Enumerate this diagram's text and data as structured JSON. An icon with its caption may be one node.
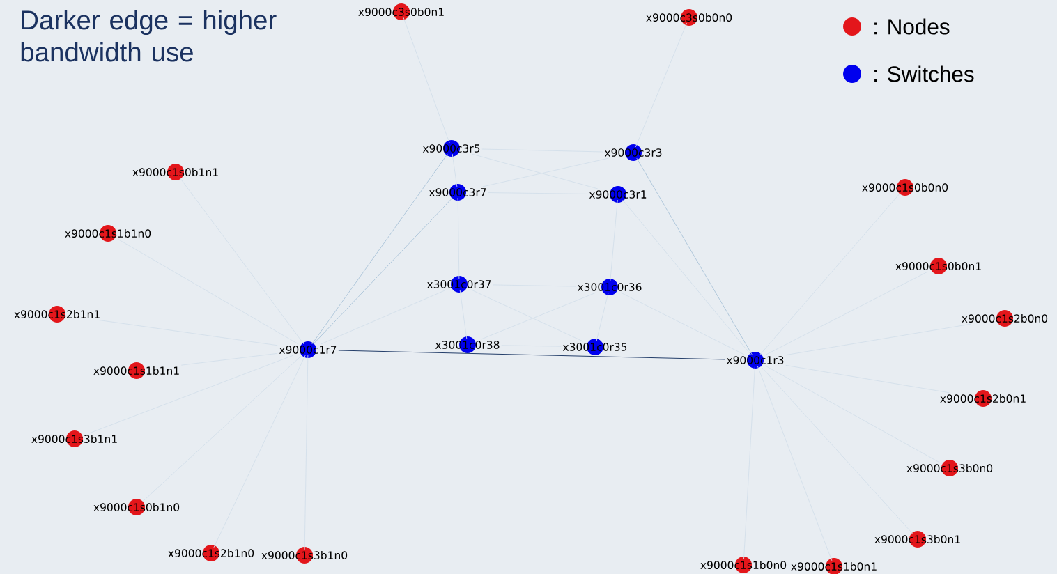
{
  "diagram": {
    "title": "Darker edge = higher bandwidth use",
    "nodes": [
      {
        "text": [
          "x9000c3r5"
        ]
      },
      {
        "text": [
          "x9000c3r3"
        ]
      },
      {
        "text": [
          "x9000c3r7"
        ]
      },
      {
        "text": [
          "x9000c3r1"
        ]
      },
      {
        "text": [
          "x3001c0r37"
        ]
      },
      {
        "text": [
          "x3001c0r36"
        ]
      },
      {
        "text": [
          "x3001c0r38"
        ]
      },
      {
        "text": [
          "x3001c0r35"
        ]
      },
      {
        "text": [
          "x9000c1r7"
        ]
      },
      {
        "text": [
          "x9000c1r3"
        ]
      },
      {
        "text": [
          "x9000c3s0b0n1"
        ]
      },
      {
        "text": [
          "x9000c3s0b0n0"
        ]
      },
      {
        "text": [
          "x9000c1s0b1n1"
        ]
      },
      {
        "text": [
          "x9000c1s1b1n0"
        ]
      },
      {
        "text": [
          "x9000c1s2b1n1"
        ]
      },
      {
        "text": [
          "x9000c1s1b1n1"
        ]
      },
      {
        "text": [
          "x9000c1s3b1n1"
        ]
      },
      {
        "text": [
          "x9000c1s0b1n0"
        ]
      },
      {
        "text": [
          "x9000c1s2b1n0"
        ]
      },
      {
        "text": [
          "x9000c1s3b1n0"
        ]
      },
      {
        "text": [
          "x9000c1s0b0n0"
        ]
      },
      {
        "text": [
          "x9000c1s0b0n1"
        ]
      },
      {
        "text": [
          "x9000c1s2b0n0"
        ]
      },
      {
        "text": [
          "x9000c1s2b0n1"
        ]
      },
      {
        "text": [
          "x9000c1s3b0n0"
        ]
      },
      {
        "text": [
          "x9000c1s3b0n1"
        ]
      },
      {
        "text": [
          "x9000c1s1b0n0"
        ]
      },
      {
        "text": [
          "x9000c1s1b0n1"
        ]
      }
    ],
    "edges": [
      {
        "from": 10,
        "to": 0,
        "arrow": "none"
      },
      {
        "from": 11,
        "to": 1,
        "arrow": "none"
      },
      {
        "from": 0,
        "to": 1,
        "arrow": "none"
      },
      {
        "from": 0,
        "to": 3,
        "arrow": "none"
      },
      {
        "from": 2,
        "to": 1,
        "arrow": "none"
      },
      {
        "from": 2,
        "to": 3,
        "arrow": "none"
      },
      {
        "from": 0,
        "to": 2,
        "arrow": "none"
      },
      {
        "from": 0,
        "to": 8,
        "arrow": "none",
        "color": "#a9c3d8"
      },
      {
        "from": 2,
        "to": 8,
        "arrow": "none",
        "color": "#a9c3d8"
      },
      {
        "from": 1,
        "to": 9,
        "arrow": "none",
        "color": "#a9c3d8"
      },
      {
        "from": 3,
        "to": 9,
        "arrow": "none"
      },
      {
        "from": 2,
        "to": 4,
        "arrow": "none"
      },
      {
        "from": 4,
        "to": 6,
        "arrow": "none"
      },
      {
        "from": 3,
        "to": 5,
        "arrow": "none"
      },
      {
        "from": 5,
        "to": 7,
        "arrow": "none"
      },
      {
        "from": 4,
        "to": 5,
        "arrow": "none"
      },
      {
        "from": 4,
        "to": 7,
        "arrow": "none"
      },
      {
        "from": 6,
        "to": 5,
        "arrow": "none"
      },
      {
        "from": 6,
        "to": 7,
        "arrow": "none"
      },
      {
        "from": 4,
        "to": 8,
        "arrow": "none"
      },
      {
        "from": 5,
        "to": 9,
        "arrow": "none"
      },
      {
        "from": 8,
        "to": 9,
        "arrow": "none",
        "color": "#0d2a5a"
      },
      {
        "from": 12,
        "to": 8,
        "arrow": "none"
      },
      {
        "from": 13,
        "to": 8,
        "arrow": "none"
      },
      {
        "from": 14,
        "to": 8,
        "arrow": "none"
      },
      {
        "from": 15,
        "to": 8,
        "arrow": "none"
      },
      {
        "from": 16,
        "to": 8,
        "arrow": "none"
      },
      {
        "from": 17,
        "to": 8,
        "arrow": "none"
      },
      {
        "from": 18,
        "to": 8,
        "arrow": "none"
      },
      {
        "from": 19,
        "to": 8,
        "arrow": "none"
      },
      {
        "from": 20,
        "to": 9,
        "arrow": "none"
      },
      {
        "from": 21,
        "to": 9,
        "arrow": "none"
      },
      {
        "from": 22,
        "to": 9,
        "arrow": "none"
      },
      {
        "from": 23,
        "to": 9,
        "arrow": "none"
      },
      {
        "from": 24,
        "to": 9,
        "arrow": "none"
      },
      {
        "from": 25,
        "to": 9,
        "arrow": "none"
      },
      {
        "from": 26,
        "to": 9,
        "arrow": "none"
      },
      {
        "from": 27,
        "to": 9,
        "arrow": "none"
      }
    ],
    "legend": [
      {
        "text": ": Nodes",
        "color": "#e3161b"
      },
      {
        "text": ": Switches",
        "color": "#0000ee"
      }
    ]
  }
}
